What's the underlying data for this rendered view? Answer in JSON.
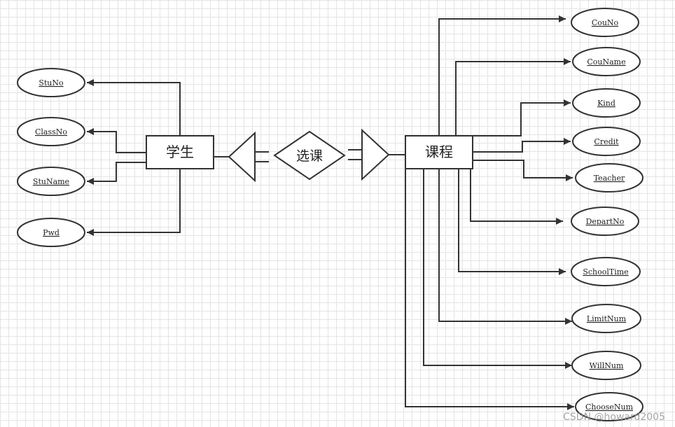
{
  "entities": {
    "student": "学生",
    "course": "课程"
  },
  "relationship": "选课",
  "student_attributes": [
    "StuNo",
    "ClassNo",
    "StuName",
    "Pwd"
  ],
  "course_attributes": [
    "CouNo",
    "CouName",
    "Kind",
    "Credit",
    "Teacher",
    "DepartNo",
    "SchoolTime",
    "LimitNum",
    "WillNum",
    "ChooseNum"
  ],
  "watermark": "CSDN @howard2005",
  "colors": {
    "stroke": "#333333",
    "fill": "#ffffff",
    "grid": "#e4e4e4"
  }
}
